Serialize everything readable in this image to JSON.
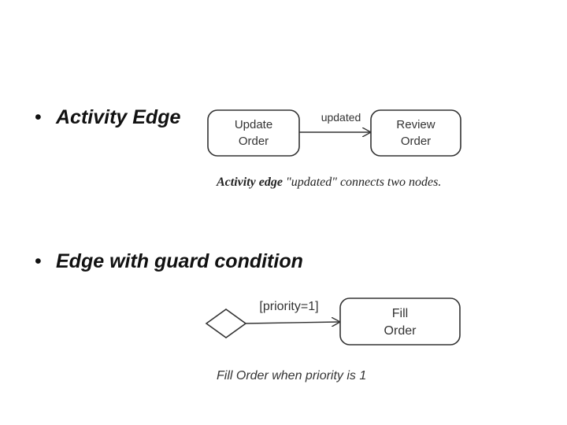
{
  "bullets": [
    {
      "symbol": "•",
      "text": "Activity Edge"
    },
    {
      "symbol": "•",
      "text": "Edge with guard condition"
    }
  ],
  "diagram1": {
    "node_a": {
      "line1": "Update",
      "line2": "Order"
    },
    "node_b": {
      "line1": "Review",
      "line2": "Order"
    },
    "edge_label": "updated",
    "caption_strong": "Activity edge",
    "caption_rest": " \"updated\" connects two nodes."
  },
  "diagram2": {
    "guard_label": "[priority=1]",
    "node": {
      "line1": "Fill",
      "line2": "Order"
    },
    "caption": "Fill Order when priority is 1"
  }
}
